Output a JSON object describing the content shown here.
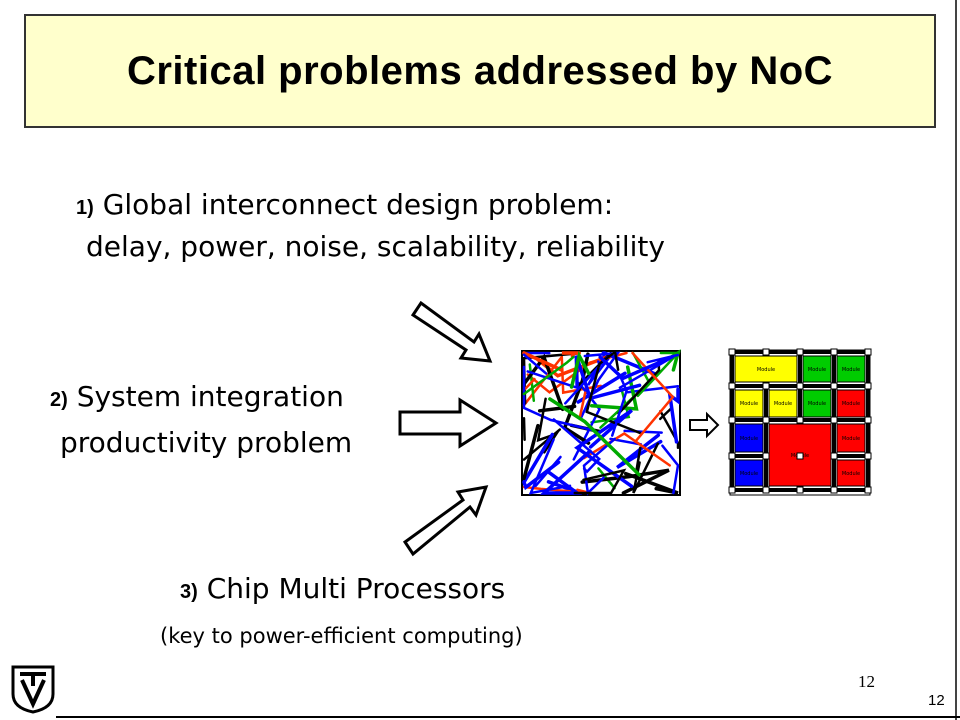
{
  "title": "Critical problems addressed by NoC",
  "items": [
    {
      "num": "1)",
      "line1": "Global interconnect design problem:",
      "line2": "delay, power, noise, scalability, reliability"
    },
    {
      "num": "2)",
      "line1": "System integration",
      "line2": "productivity problem"
    },
    {
      "num": "3)",
      "line1": "Chip Multi Processors",
      "line2": "(key to power-efficient computing)"
    }
  ],
  "module_label": "Module",
  "page_number_center": "12",
  "page_number_corner": "12",
  "colors": {
    "title_bg": "#ffffcc",
    "yellow": "#ffff00",
    "green": "#00cc00",
    "red": "#ff0000",
    "blue": "#0000ff"
  }
}
